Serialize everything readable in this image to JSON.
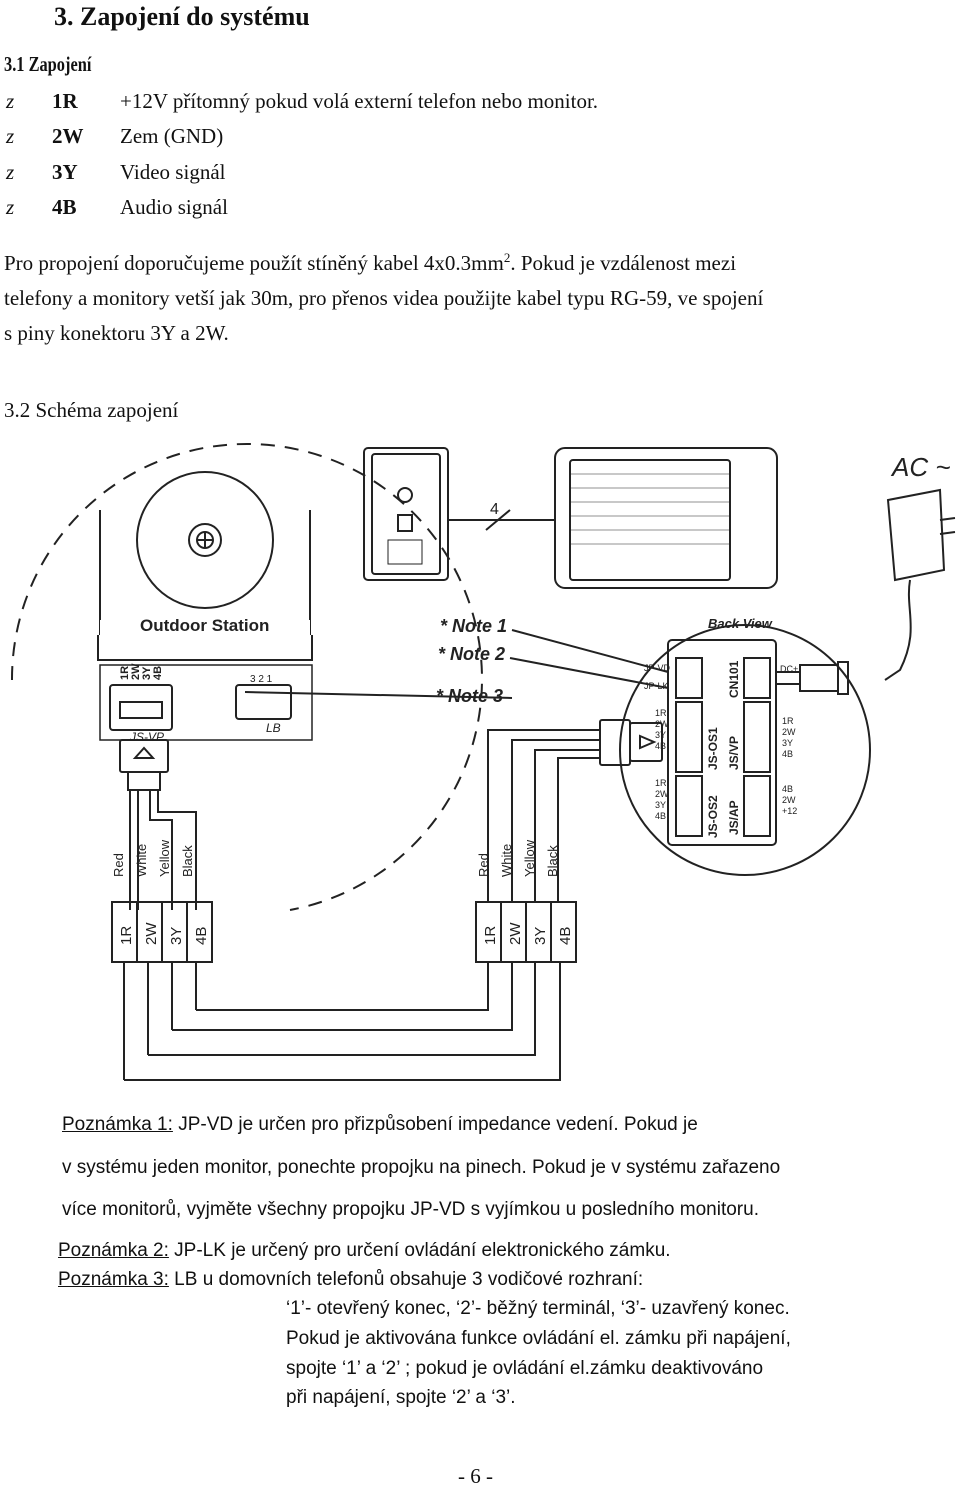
{
  "heading": "3. Zapojení do systému",
  "section1": {
    "title": "3.1 Zapojení",
    "bullet_glyph": "z",
    "items": [
      {
        "code": "1R",
        "desc": "+12V přítomný pokud volá externí telefon nebo monitor."
      },
      {
        "code": "2W",
        "desc": "Zem (GND)"
      },
      {
        "code": "3Y",
        "desc": "Video signál"
      },
      {
        "code": "4B",
        "desc": "Audio signál"
      }
    ],
    "paragraph": {
      "line1_before": "Pro propojení doporučujeme použít stíněný kabel 4x0.3mm",
      "line1_sup": "2",
      "line1_after": ". Pokud je vzdálenost mezi",
      "line2": "telefony a monitory vetší jak 30m, pro přenos videa použijte kabel typu RG-59, ve spojení",
      "line3": "s piny konektoru 3Y a 2W."
    }
  },
  "section2": {
    "title": "3.2 Schéma zapojení"
  },
  "diagram": {
    "outdoor_station": "Outdoor Station",
    "ac": "AC ~",
    "cable_no": "4",
    "note1": "* Note 1",
    "note2": "* Note 2",
    "note3": "* Note 3",
    "back_view": "Back View",
    "js_vp": "JS-VP",
    "lb": "LB",
    "lb_pins": "3 2 1",
    "os_pins": [
      "1R",
      "2W",
      "3Y",
      "4B"
    ],
    "wire_colors": [
      "Red",
      "White",
      "Yellow",
      "Black"
    ],
    "terminals": [
      "1R",
      "2W",
      "3Y",
      "4B"
    ],
    "jp_vd": "JP-VD",
    "jp_lk": "JP-LK",
    "cn101": "CN101",
    "dc_plus": "DC+",
    "js_os1": "JS-OS1",
    "js_os2": "JS-OS2",
    "js_vp2": "JS/VP",
    "js_ap": "JS/AP",
    "ap_pins": [
      "4B",
      "2W",
      "+12"
    ]
  },
  "notes": {
    "n1_label": "Poznámka 1:",
    "n1_line1": "JP-VD je určen pro přizpůsobení impedance vedení. Pokud je",
    "n1_line2": "v systému jeden monitor, ponechte propojku na pinech. Pokud je v systému zařazeno",
    "n1_line3": "více monitorů, vyjměte všechny propojku JP-VD s vyjímkou u posledního monitoru.",
    "n2_label": "Poznámka 2:",
    "n2_text": " JP-LK je určený pro určení ovládání elektronického zámku.",
    "n3_label": "Poznámka 3:",
    "n3_line1": " LB u domovních telefonů obsahuje 3 vodičové rozhraní:",
    "n3_line2": "‘1’- otevřený konec, ‘2’- běžný terminál, ‘3’- uzavřený konec.",
    "n3_line3": "Pokud je aktivována funkce ovládání el. zámku při napájení,",
    "n3_line4": "spojte ‘1’ a ‘2’ ; pokud je ovládání el.zámku deaktivováno",
    "n3_line5": "při napájení, spojte ‘2’ a ‘3’."
  },
  "page_number": "- 6 -"
}
